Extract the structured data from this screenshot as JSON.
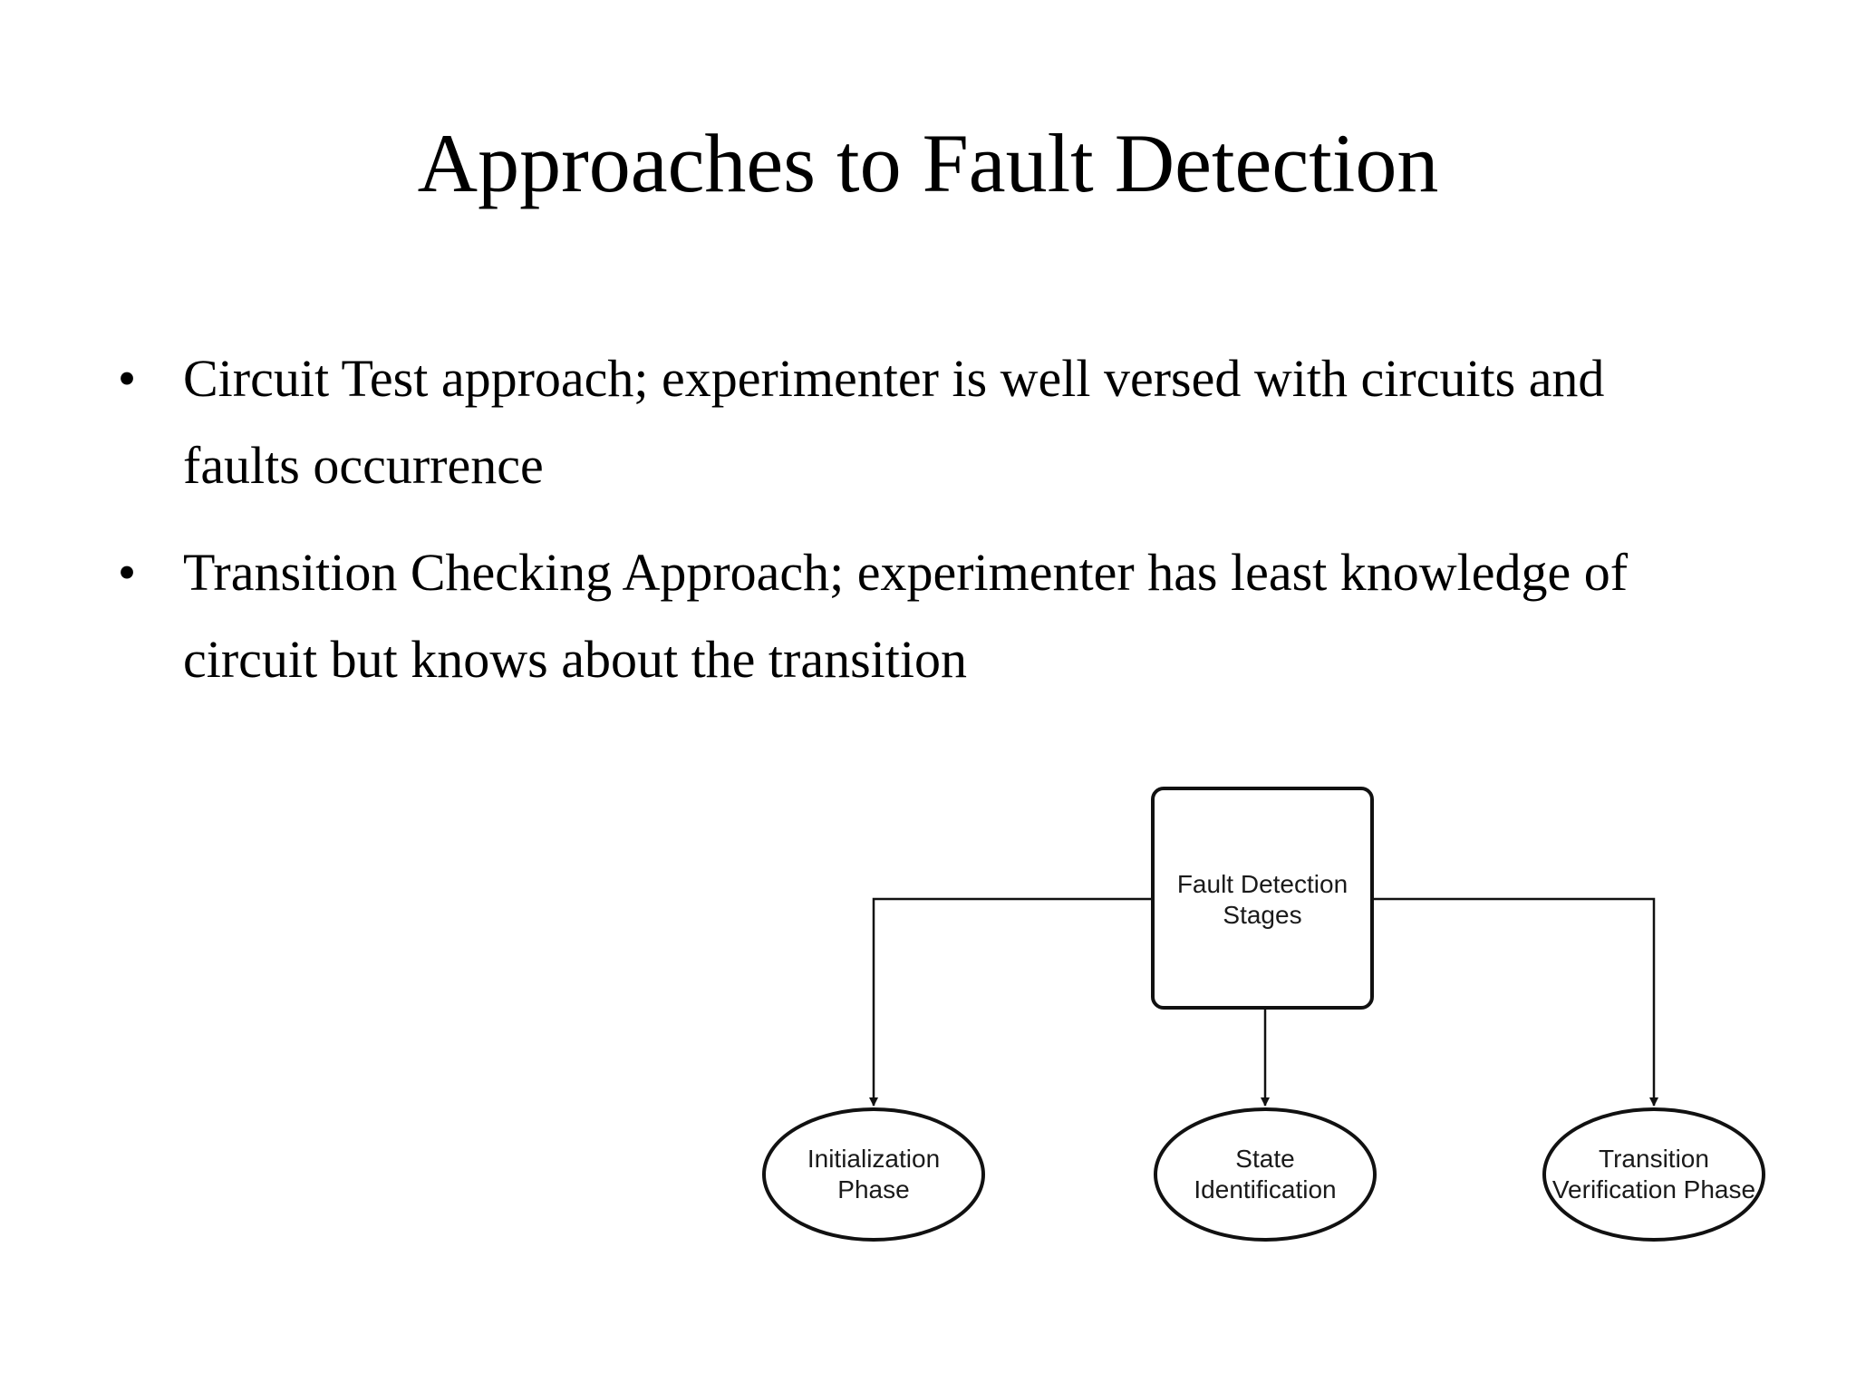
{
  "title": "Approaches to Fault Detection",
  "bullets": [
    {
      "line1": "Circuit Test approach; experimenter is well versed with circuits and",
      "line2": "faults occurrence"
    },
    {
      "line1": "Transition Checking Approach; experimenter has least knowledge of",
      "line2": "circuit but knows about the transition"
    }
  ],
  "bullet_symbol": "•",
  "diagram": {
    "root": {
      "line1": "Fault Detection",
      "line2": "Stages"
    },
    "children": [
      {
        "line1": "Initialization",
        "line2": "Phase"
      },
      {
        "line1": "State",
        "line2": "Identification"
      },
      {
        "line1": "Transition",
        "line2": "Verification Phase"
      }
    ]
  }
}
